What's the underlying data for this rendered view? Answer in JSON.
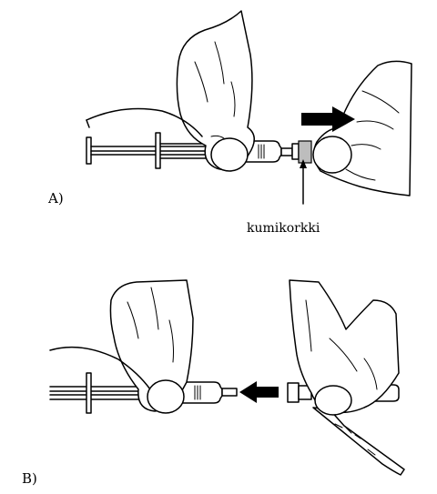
{
  "panels": [
    {
      "id": "A",
      "label": "A)"
    },
    {
      "id": "B",
      "label": "B)"
    }
  ],
  "annotations": {
    "rubber_stopper": "kumikorkki"
  },
  "colors": {
    "ink": "#000000",
    "background": "#ffffff",
    "stopper": "#bdbdbd"
  }
}
